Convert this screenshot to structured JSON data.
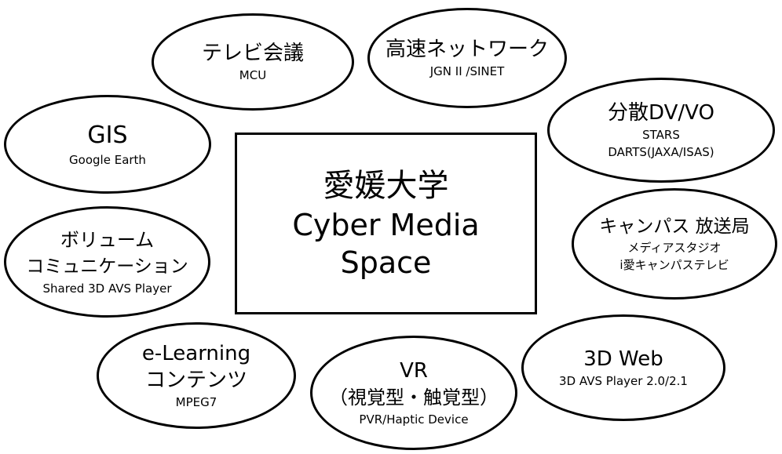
{
  "center": {
    "line1": "愛媛大学",
    "line2": "Cyber Media",
    "line3": "Space"
  },
  "nodes": {
    "tv_conference": {
      "title": "テレビ会議",
      "sub": "MCU"
    },
    "network": {
      "title": "高速ネットワーク",
      "sub": "JGN II /SINET"
    },
    "gis": {
      "title": "GIS",
      "sub": "Google Earth"
    },
    "dvo": {
      "title": "分散DV/VO",
      "sub1": "STARS",
      "sub2": "DARTS(JAXA/ISAS)"
    },
    "volume_comm": {
      "title1": "ボリューム",
      "title2": "コミュニケーション",
      "sub": "Shared 3D AVS Player"
    },
    "campus_broadcast": {
      "title": "キャンパス 放送局",
      "sub1": "メディアスタジオ",
      "sub2": "i愛キャンパステレビ"
    },
    "elearning": {
      "title1": "e-Learning",
      "title2": "コンテンツ",
      "sub": "MPEG7"
    },
    "vr": {
      "title1": "VR",
      "title2": "（視覚型・触覚型）",
      "sub": "PVR/Haptic Device"
    },
    "web3d": {
      "title": "3D Web",
      "sub": "3D AVS Player 2.0/2.1"
    }
  }
}
